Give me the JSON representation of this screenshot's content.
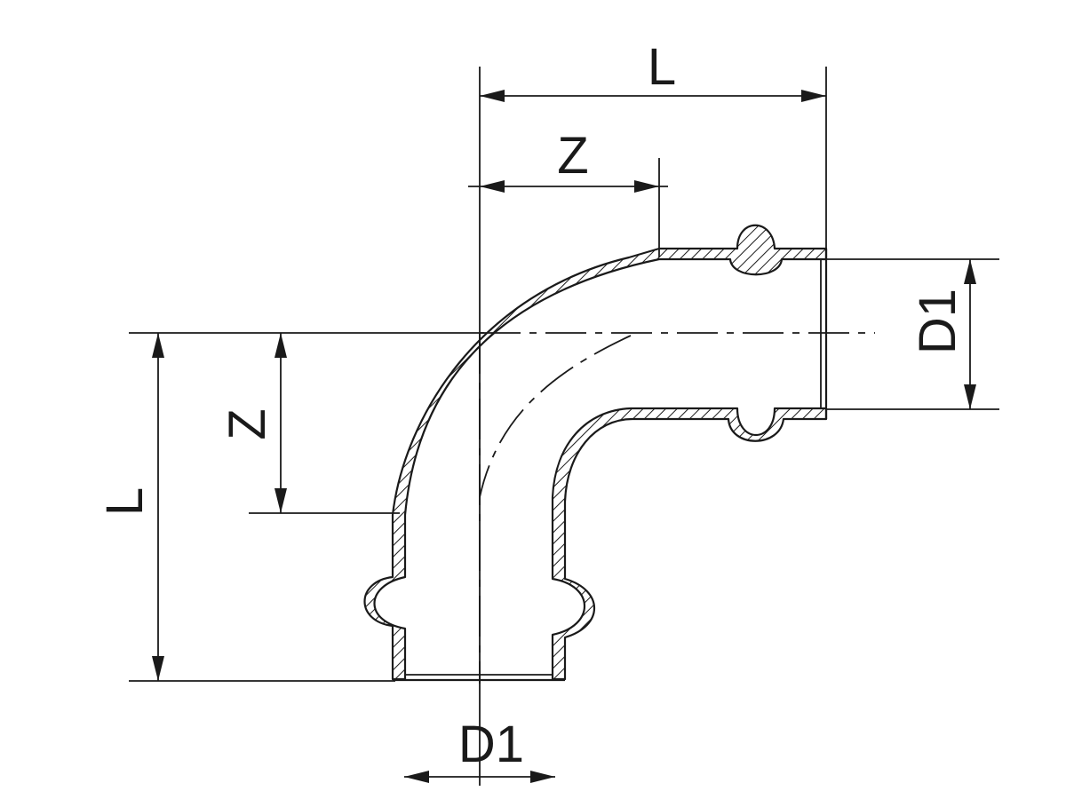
{
  "labels": {
    "top_length": "L",
    "top_z": "Z",
    "left_length": "L",
    "left_z": "Z",
    "right_diameter": "D1",
    "bottom_diameter": "D1"
  },
  "colors": {
    "line": "#1a1a1a",
    "background": "#ffffff"
  }
}
